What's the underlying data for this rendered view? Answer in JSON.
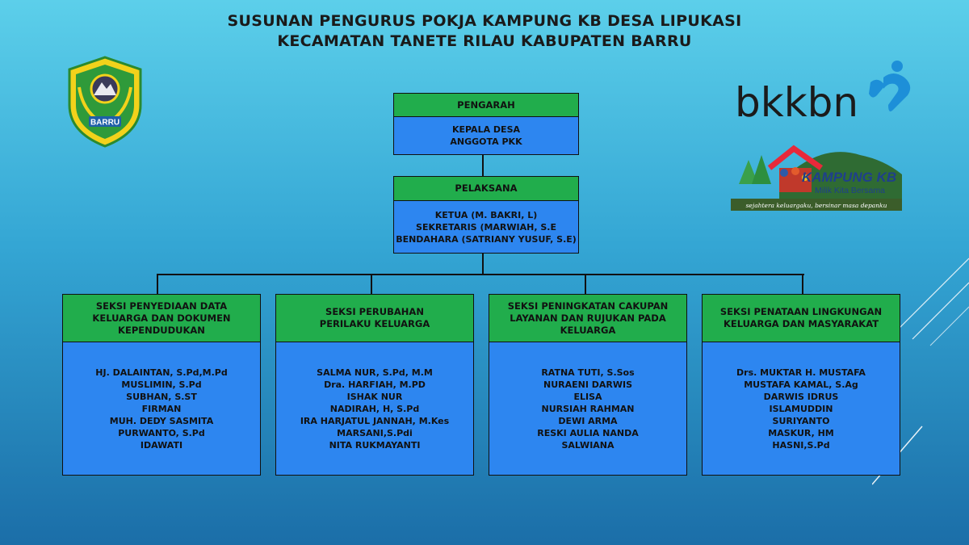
{
  "title": {
    "line1": "SUSUNAN PENGURUS POKJA KAMPUNG KB DESA LIPUKASI",
    "line2": "KECAMATAN TANETE RILAU KABUPATEN BARRU"
  },
  "logos": {
    "barru": {
      "text": "BARRU",
      "icon": "barru-regency-emblem"
    },
    "bkkbn": {
      "text": "bkkbn",
      "icon": "bkkbn-logo"
    },
    "kampung_kb": {
      "title": "KAMPUNG KB",
      "subtitle": "Milik Kita Bersama",
      "tagline": "sejahtera keluargaku, bersinar masa depanku",
      "icon": "kampung-kb-logo"
    }
  },
  "colors": {
    "header_green": "#21ad4c",
    "body_blue": "#2d86f0",
    "background_top": "#5ccfea",
    "background_bottom": "#1b6ea8"
  },
  "org": {
    "pengarah": {
      "header": "PENGARAH",
      "members": [
        "KEPALA DESA",
        "ANGGOTA PKK"
      ]
    },
    "pelaksana": {
      "header": "PELAKSANA",
      "members": [
        "KETUA (M. BAKRI, L)",
        "SEKRETARIS (MARWIAH, S.E",
        "BENDAHARA (SATRIANY YUSUF, S.E)"
      ]
    },
    "seksi": [
      {
        "header": "SEKSI PENYEDIAAN DATA KELUARGA DAN DOKUMEN KEPENDUDUKAN",
        "members": [
          "HJ. DALAINTAN, S.Pd,M.Pd",
          "MUSLIMIN, S.Pd",
          "SUBHAN, S.ST",
          "FIRMAN",
          "MUH. DEDY SASMITA",
          "PURWANTO, S.Pd",
          "IDAWATI"
        ]
      },
      {
        "header": "SEKSI PERUBAHAN PERILAKU KELUARGA",
        "members": [
          "SALMA NUR, S.Pd, M.M",
          "Dra. HARFIAH, M.PD",
          "ISHAK NUR",
          "NADIRAH, H, S.Pd",
          "IRA HARJATUL JANNAH, M.Kes",
          "MARSANI,S.Pdi",
          "NITA RUKMAYANTI"
        ]
      },
      {
        "header": "SEKSI PENINGKATAN CAKUPAN LAYANAN DAN RUJUKAN PADA KELUARGA",
        "members": [
          "RATNA TUTI, S.Sos",
          "NURAENI DARWIS",
          "ELISA",
          "NURSIAH RAHMAN",
          "DEWI ARMA",
          "RESKI AULIA NANDA",
          "SALWIANA"
        ]
      },
      {
        "header": "SEKSI PENATAAN LINGKUNGAN KELUARGA DAN MASYARAKAT",
        "members": [
          "Drs. MUKTAR H. MUSTAFA",
          "MUSTAFA KAMAL, S.Ag",
          "DARWIS IDRUS",
          "ISLAMUDDIN",
          "SURIYANTO",
          "MASKUR, HM",
          "HASNI,S.Pd"
        ]
      }
    ]
  }
}
